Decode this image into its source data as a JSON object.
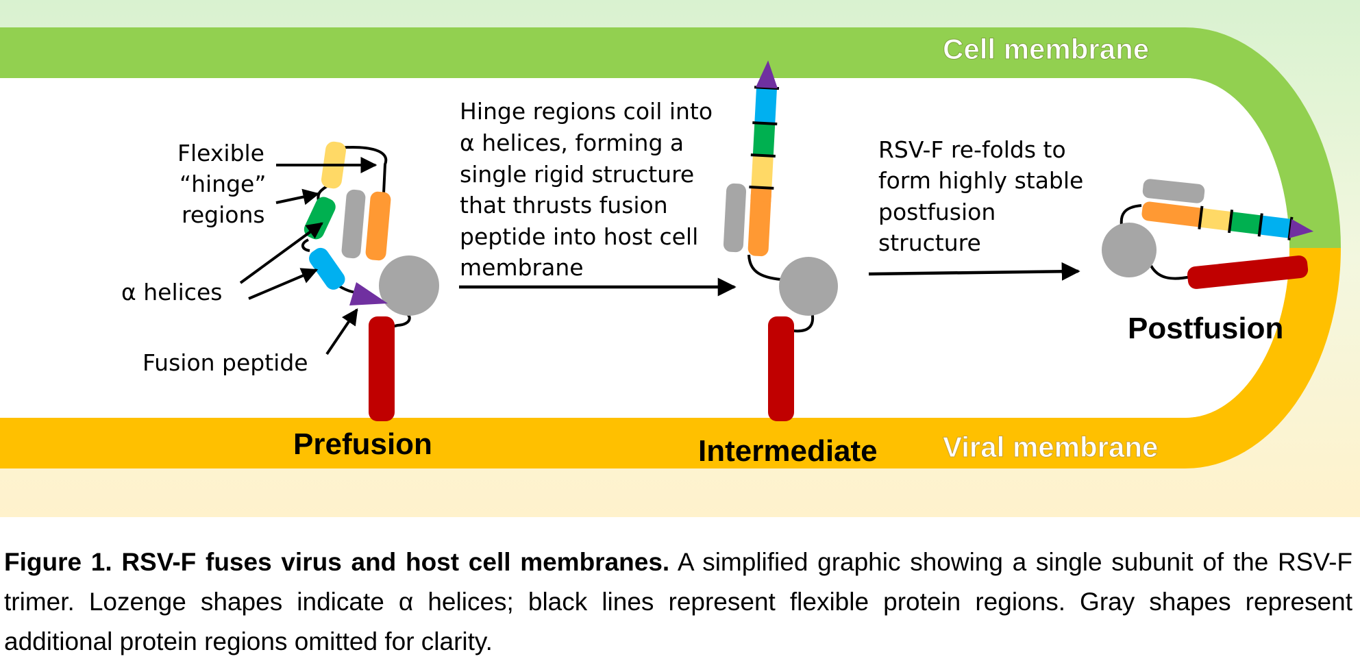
{
  "labels": {
    "cell_membrane": "Cell membrane",
    "viral_membrane": "Viral membrane",
    "flexible_hinge": [
      "Flexible",
      "“hinge”",
      "regions"
    ],
    "alpha_helices": "α helices",
    "fusion_peptide": "Fusion peptide",
    "stage_prefusion": "Prefusion",
    "stage_intermediate": "Intermediate",
    "stage_postfusion": "Postfusion",
    "step1_text": [
      "Hinge regions coil into",
      "α helices, forming a",
      "single rigid structure",
      "that thrusts fusion",
      "peptide into host cell",
      "membrane"
    ],
    "step2_text": [
      "RSV-F re-folds to",
      "form highly stable",
      "postfusion",
      "structure"
    ]
  },
  "caption": {
    "title": "Figure 1. RSV-F fuses virus and host cell membranes.",
    "body": " A simplified graphic showing a single subunit of the RSV-F trimer. Lozenge shapes indicate α helices; black lines represent flexible protein regions. Gray shapes represent additional protein regions omitted for clarity."
  },
  "colors": {
    "cell_membrane": "#92d050",
    "viral_membrane": "#ffc000",
    "outside_top": "#d9f2d0",
    "outside_bottom": "#fff2cc",
    "helix_yellow": "#ffd966",
    "helix_green": "#00b050",
    "helix_blue": "#00b0f0",
    "helix_orange": "#ff9933",
    "gray_region": "#a6a6a6",
    "anchor_red": "#c00000",
    "fusion_peptide": "#7030a0"
  }
}
